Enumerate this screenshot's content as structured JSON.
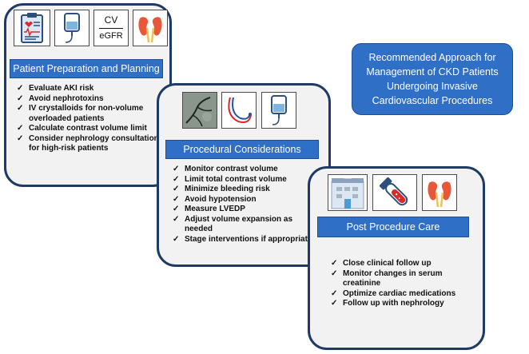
{
  "title": "Recommended Approach for Management of CKD Patients Undergoing Invasive Cardiovascular Procedures",
  "panels": {
    "preparation": {
      "header": "Patient Preparation and Planning",
      "icons": {
        "clipboard": "clipboard-icon",
        "iv_bag": "iv-bag-icon",
        "ratio_top": "CV",
        "ratio_bottom": "eGFR",
        "kidney": "kidney-icon"
      },
      "items": [
        "Evaluate AKI risk",
        "Avoid nephrotoxins",
        "IV crystalloids for non-volume overloaded patients",
        "Calculate contrast volume limit",
        "Consider nephrology consultation for high-risk patients"
      ]
    },
    "procedural": {
      "header": "Procedural Considerations",
      "icons": {
        "angiogram": "angiogram-icon",
        "catheter": "catheter-icon",
        "iv_bag": "iv-bag-icon"
      },
      "items": [
        "Monitor contrast volume",
        "Limit total contrast volume",
        "Minimize bleeding risk",
        "Avoid hypotension",
        "Measure LVEDP",
        "Adjust volume expansion as needed",
        "Stage interventions if appropriate"
      ]
    },
    "post": {
      "header": "Post Procedure Care",
      "icons": {
        "clinic": "clinic-building-icon",
        "clinic_sign": "Clinic",
        "blood_tube": "blood-tube-icon",
        "kidney": "kidney-icon"
      },
      "items": [
        "Close clinical follow up",
        "Monitor changes in serum creatinine",
        "Optimize cardiac medications",
        "Follow up with nephrology"
      ]
    }
  },
  "colors": {
    "header_blue": "#2f6fc6",
    "panel_border": "#1f3a64",
    "panel_fill": "#f2f2f2"
  }
}
